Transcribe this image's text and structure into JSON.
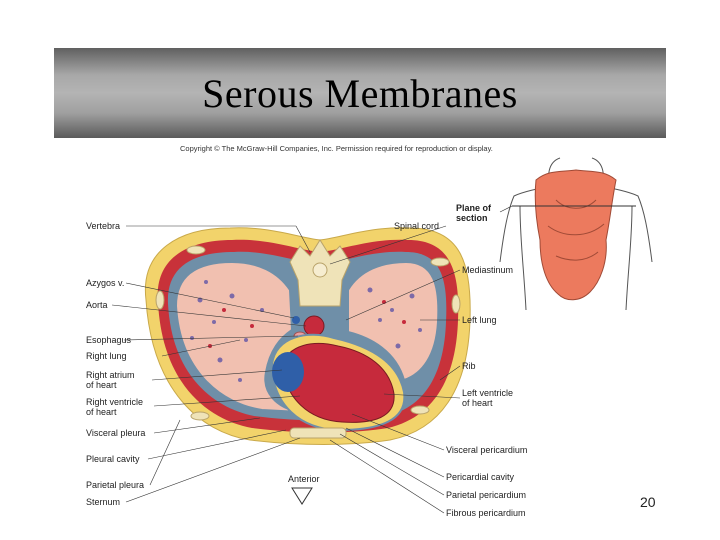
{
  "slide": {
    "title": "Serous Membranes",
    "page_number": "20",
    "copyright": "Copyright © The McGraw-Hill Companies, Inc. Permission required for reproduction or display."
  },
  "figure": {
    "labels": {
      "vertebra": "Vertebra",
      "azygos": "Azygos v.",
      "aorta": "Aorta",
      "esophagus": "Esophagus",
      "right_lung": "Right lung",
      "right_atrium_1": "Right atrium",
      "right_atrium_2": "of heart",
      "right_ventricle_1": "Right ventricle",
      "right_ventricle_2": "of heart",
      "visceral_pleura": "Visceral pleura",
      "pleural_cavity": "Pleural cavity",
      "parietal_pleura": "Parietal pleura",
      "sternum": "Sternum",
      "spinal_cord": "Spinal cord",
      "plane_1": "Plane of",
      "plane_2": "section",
      "mediastinum": "Mediastinum",
      "left_lung": "Left lung",
      "rib": "Rib",
      "left_ventricle_1": "Left ventricle",
      "left_ventricle_2": "of heart",
      "visceral_pericardium": "Visceral pericardium",
      "pericardial_cavity": "Pericardial cavity",
      "parietal_pericardium": "Parietal pericardium",
      "fibrous_pericardium": "Fibrous pericardium",
      "anterior": "Anterior"
    }
  },
  "colors": {
    "fat_yellow": "#f2d36b",
    "muscle_red": "#c8323a",
    "lung_pink": "#f1c0b0",
    "pleura_blue": "#6f8fa8",
    "heart_red": "#c62a3c",
    "atrium_blue": "#2f5fa8",
    "bone_cream": "#efe3b8",
    "torso_organ": "#ec7a5e"
  }
}
